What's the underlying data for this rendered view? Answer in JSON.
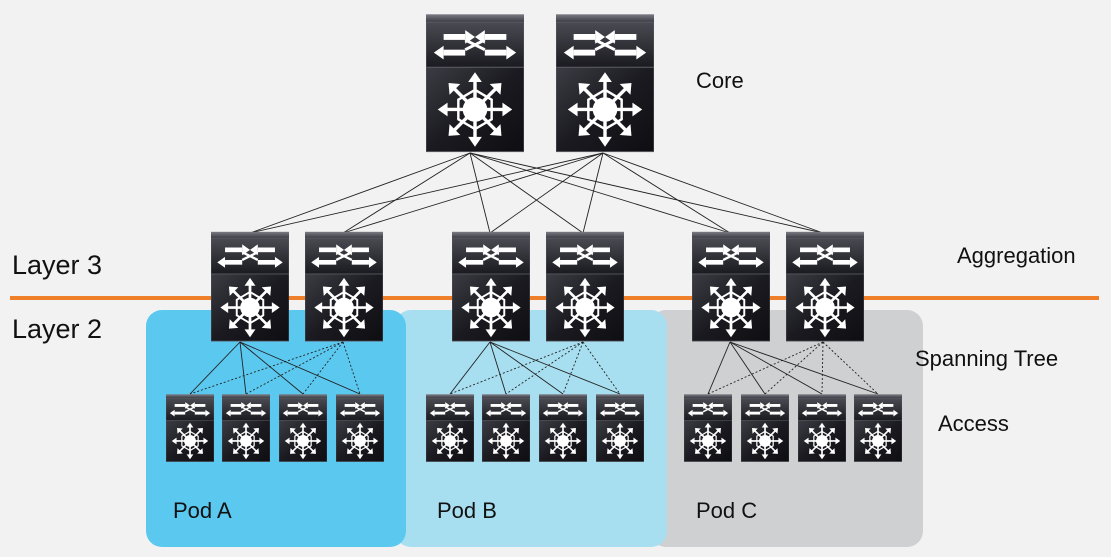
{
  "labels": {
    "core": "Core",
    "aggregation": "Aggregation",
    "layer3": "Layer 3",
    "layer2": "Layer 2",
    "spanning_tree": "Spanning Tree",
    "access": "Access"
  },
  "pods": [
    {
      "name": "Pod A",
      "color": "#5bc8ef"
    },
    {
      "name": "Pod B",
      "color": "#a8dff0"
    },
    {
      "name": "Pod C",
      "color": "#cfd0d2"
    }
  ],
  "colors": {
    "background": "#f2f2f2",
    "layer_boundary": "#f07f2a",
    "device_dark": "#1c1c22",
    "device_mid": "#3a3a42"
  },
  "icons": {
    "switch_top": "layer2-switch-icon",
    "switch_bottom": "multilayer-switch-icon"
  }
}
